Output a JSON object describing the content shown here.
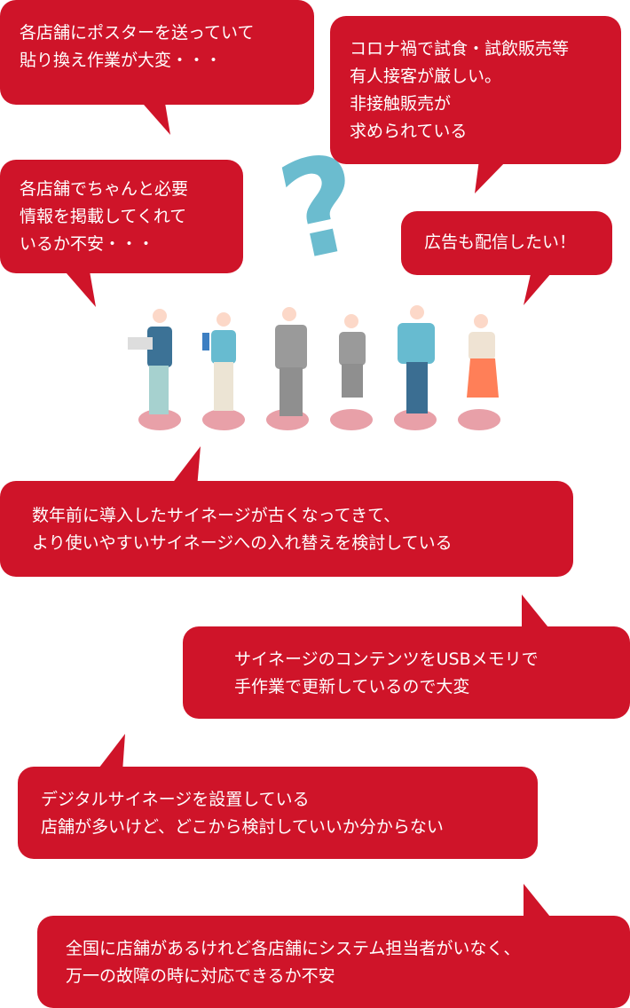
{
  "colors": {
    "bubble": "#cf1429",
    "question_mark": "#6bbccf",
    "floor": "#e8a0a8"
  },
  "question_mark": "?",
  "bubbles": [
    {
      "lines": [
        "各店舗にポスターを送っていて",
        "貼り換え作業が大変・・・"
      ]
    },
    {
      "lines": [
        "コロナ禍で試食・試飲販売等",
        "有人接客が厳しい。",
        "非接触販売が",
        "求められている"
      ]
    },
    {
      "lines": [
        "各店舗でちゃんと必要",
        "情報を掲載してくれて",
        "いるか不安・・・"
      ]
    },
    {
      "lines": [
        "広告も配信したい！"
      ]
    },
    {
      "lines": [
        "数年前に導入したサイネージが古くなってきて、",
        "より使いやすいサイネージへの入れ替えを検討している"
      ]
    },
    {
      "lines": [
        "サイネージのコンテンツをUSBメモリで",
        "手作業で更新しているので大変"
      ]
    },
    {
      "lines": [
        "デジタルサイネージを設置している",
        "店舗が多いけど、どこから検討していいか分からない"
      ]
    },
    {
      "lines": [
        "全国に店舗があるけれど各店舗にシステム担当者がいなく、",
        "万一の故障の時に対応できるか不安"
      ]
    }
  ]
}
